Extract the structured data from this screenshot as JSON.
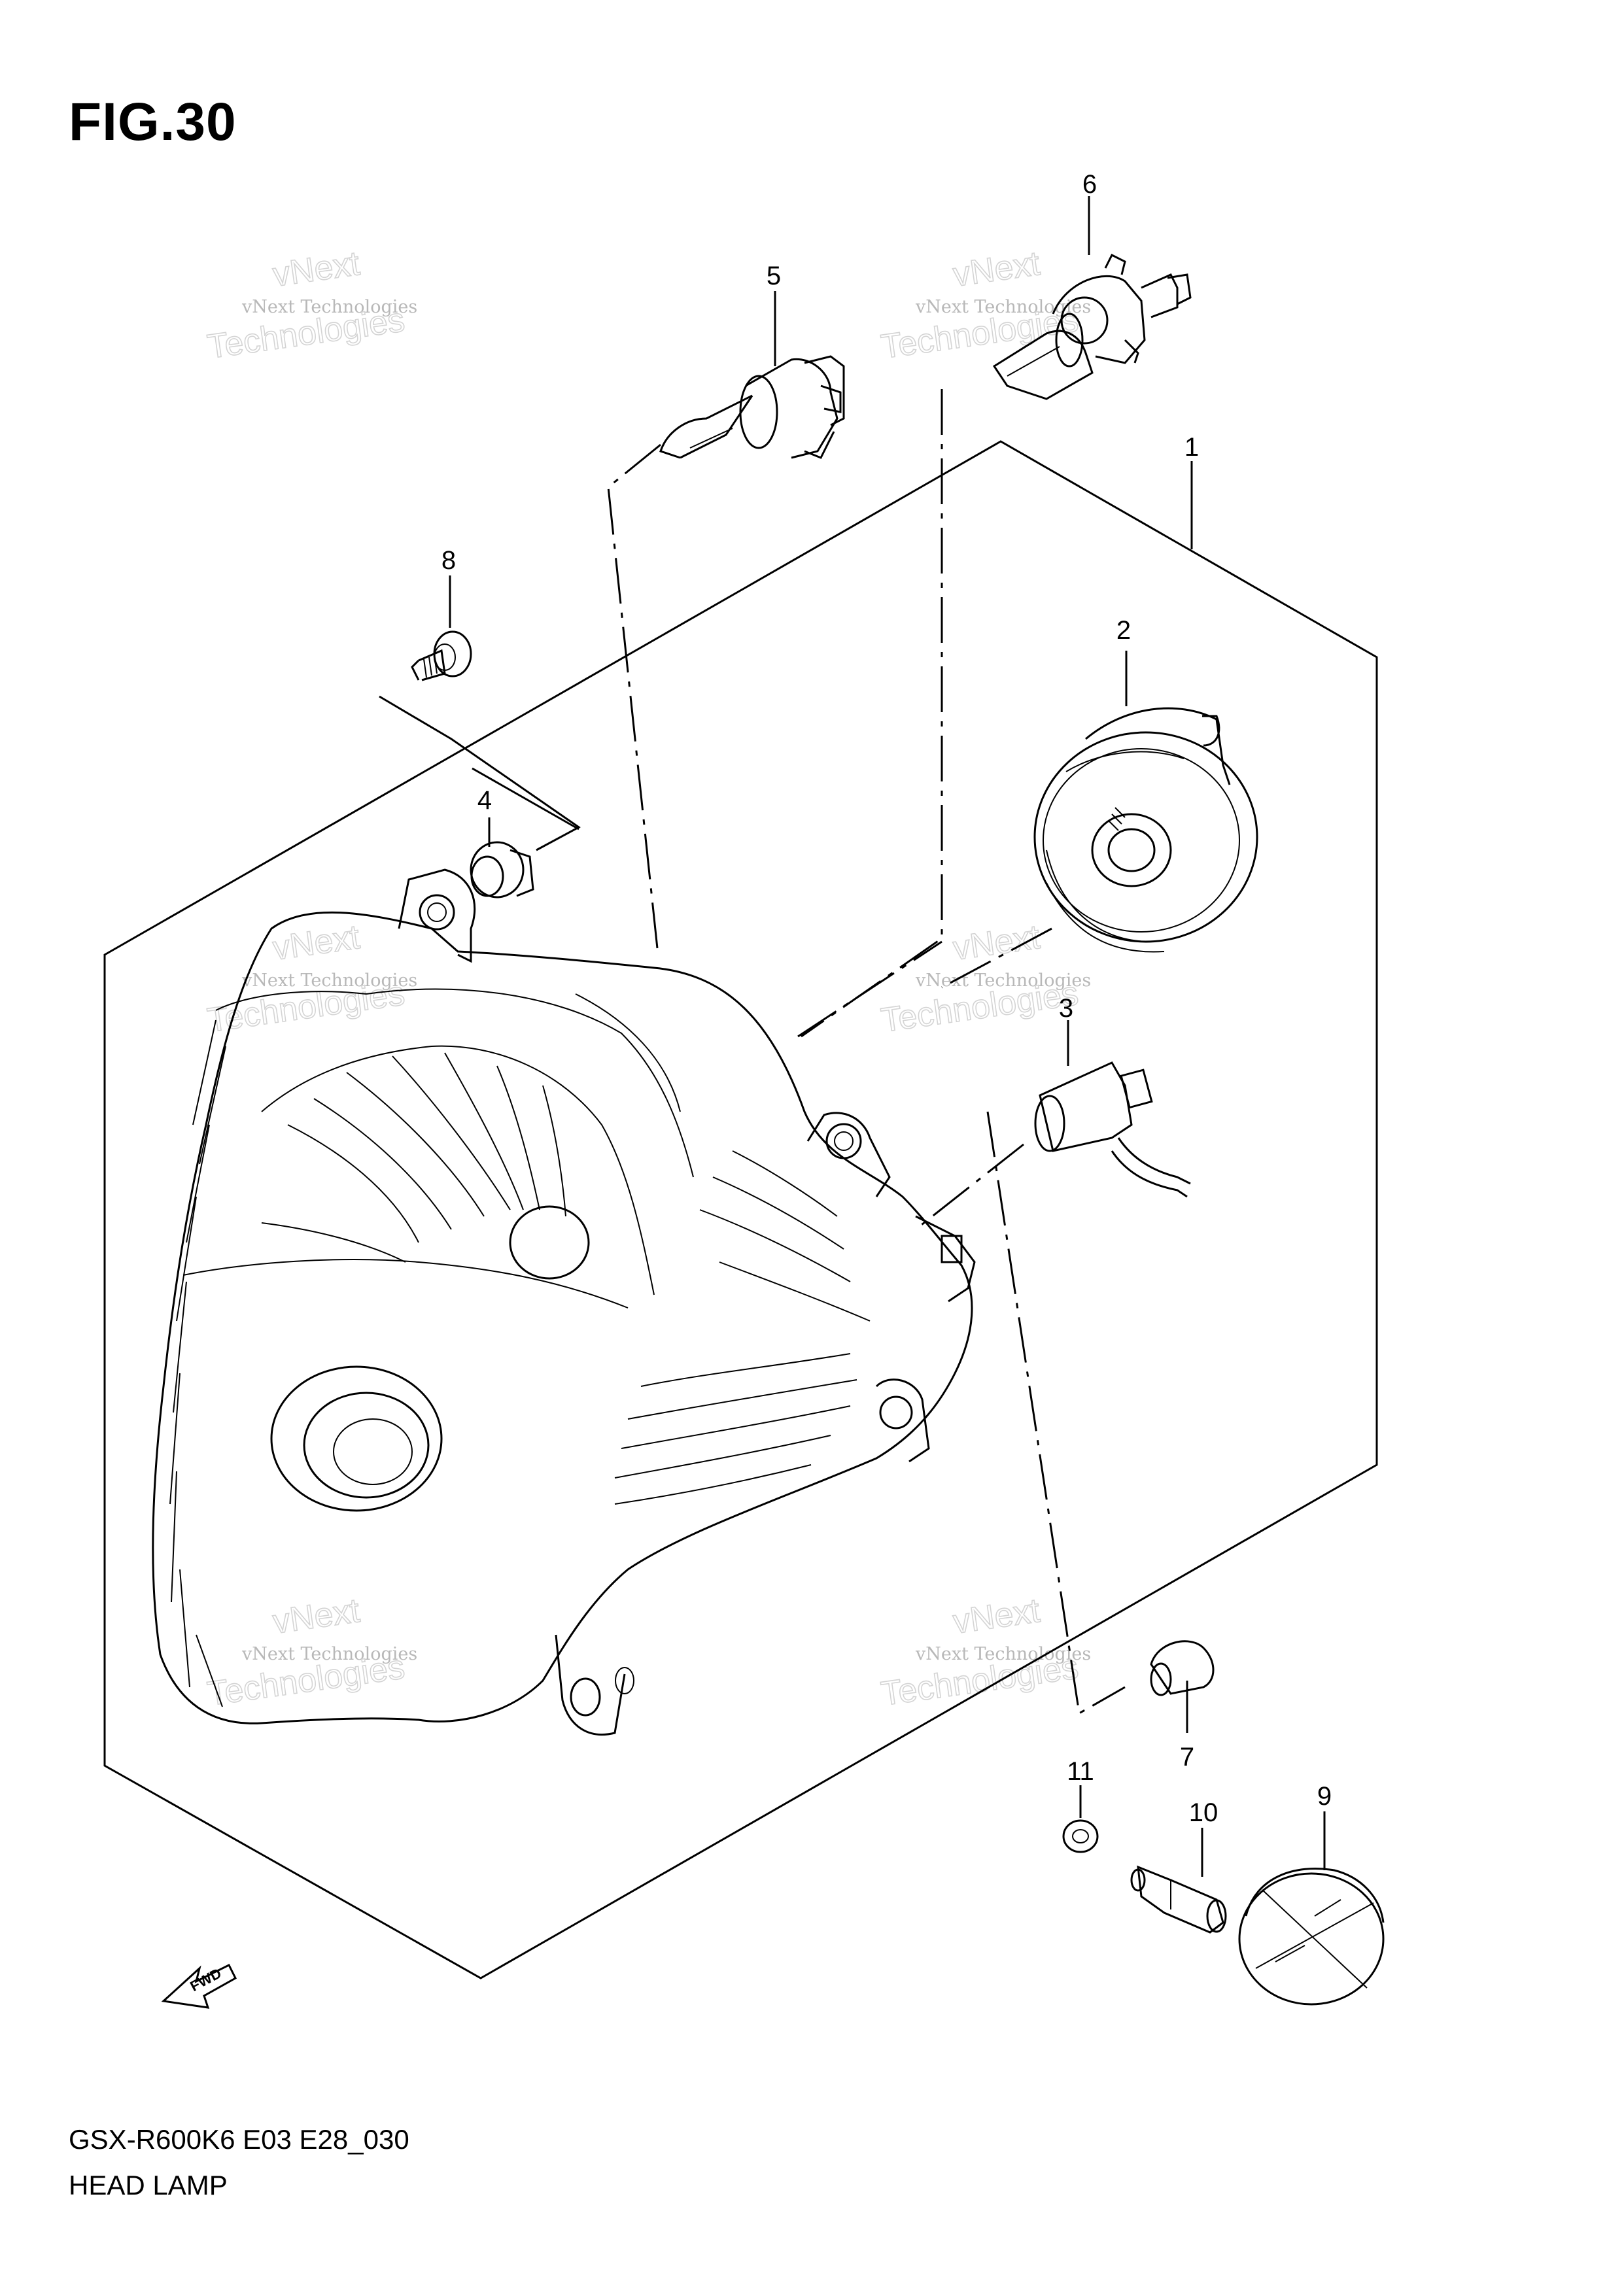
{
  "figure": {
    "title": "FIG.30",
    "model_code": "GSX-R600K6 E03 E28_030",
    "part_name": "HEAD LAMP",
    "direction_marker": "FWD"
  },
  "callouts": [
    {
      "number": "1"
    },
    {
      "number": "2"
    },
    {
      "number": "3"
    },
    {
      "number": "4"
    },
    {
      "number": "5"
    },
    {
      "number": "6"
    },
    {
      "number": "7"
    },
    {
      "number": "8"
    },
    {
      "number": "9"
    },
    {
      "number": "10"
    },
    {
      "number": "11"
    }
  ],
  "watermark": {
    "line1": "vNext Technologies",
    "line2": "vNext",
    "line3": "Technologies"
  }
}
